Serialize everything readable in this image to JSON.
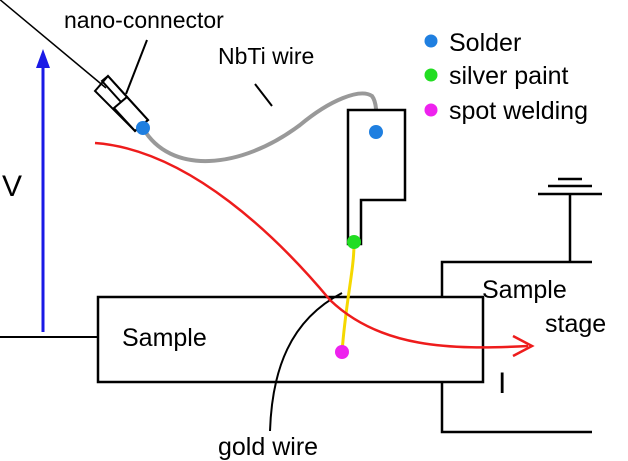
{
  "labels": {
    "nano_connector": "nano-connector",
    "nbti_wire": "NbTi wire",
    "voltage": "V",
    "sample": "Sample",
    "sample_stage_line1": "Sample",
    "sample_stage_line2": "stage",
    "current": "I",
    "gold_wire": "gold wire"
  },
  "legend": [
    {
      "label": "Solder",
      "color": "#1f7fe0"
    },
    {
      "label": "silver paint",
      "color": "#22dd22"
    },
    {
      "label": "spot welding",
      "color": "#ee22ee"
    }
  ],
  "colors": {
    "voltage_arrow": "#1a1ae6",
    "current_path": "#ee1c1c",
    "nbti_wire": "#999999",
    "gold_wire": "#f5d800",
    "outline": "#000000"
  }
}
